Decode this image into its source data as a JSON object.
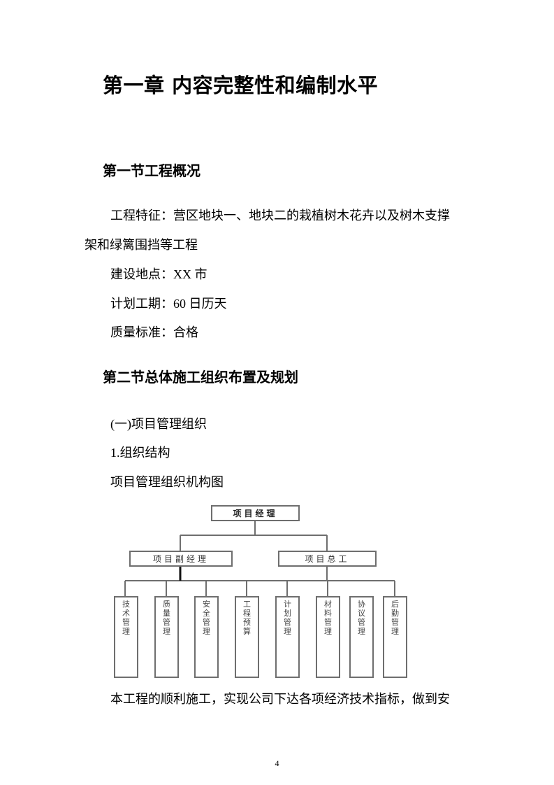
{
  "chapter_title": "第一章  内容完整性和编制水平",
  "section1": {
    "title": "第一节工程概况",
    "feature_line1": "工程特征：营区地块一、地块二的栽植树木花卉以及树木支撑",
    "feature_line2": "架和绿篱围挡等工程",
    "location": "建设地点：XX 市",
    "duration": "计划工期：60 日历天",
    "quality": "质量标准：合格"
  },
  "section2": {
    "title": "第二节总体施工组织布置及规划",
    "sub1": "(一)项目管理组织",
    "sub2": "1.组织结构",
    "chart_caption": "项目管理组织机构图"
  },
  "org_chart": {
    "root": "项目经理",
    "level2": [
      "项目副经理",
      "项目总工"
    ],
    "departments": [
      {
        "chars": [
          "技",
          "术",
          "管",
          "理"
        ],
        "label": "技术管理"
      },
      {
        "chars": [
          "质",
          "量",
          "管",
          "理"
        ],
        "label": "质量管理"
      },
      {
        "chars": [
          "安",
          "全",
          "管",
          "理"
        ],
        "label": "安全管理"
      },
      {
        "chars": [
          "工",
          "程",
          "预",
          "算"
        ],
        "label": "工程预算"
      },
      {
        "chars": [
          "计",
          "划",
          "管",
          "理"
        ],
        "label": "计划管理"
      },
      {
        "chars": [
          "材",
          "料",
          "管",
          "理"
        ],
        "label": "材料管理"
      },
      {
        "chars": [
          "协",
          "议",
          "管",
          "理"
        ],
        "label": "协议管理"
      },
      {
        "chars": [
          "后",
          "勤",
          "管",
          "理"
        ],
        "label": "后勤管理"
      }
    ],
    "line_color": "#6e6e6e"
  },
  "closing_text": "本工程的顺利施工，实现公司下达各项经济技术指标，做到安",
  "page_number": "4"
}
